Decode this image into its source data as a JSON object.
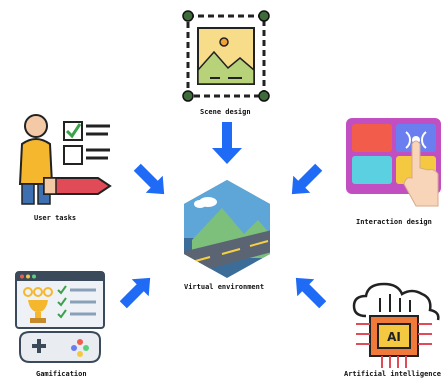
{
  "nodes": {
    "scene": {
      "label": "Scene design",
      "icon": "scene-design-icon"
    },
    "interaction": {
      "label": "Interaction design",
      "icon": "touch-panel-icon"
    },
    "user_tasks": {
      "label": "User tasks",
      "icon": "user-checklist-icon"
    },
    "center": {
      "label": "Virtual environment",
      "icon": "landscape-road-icon"
    },
    "gamification": {
      "label": "Gamification",
      "icon": "trophy-gamepad-icon"
    },
    "ai": {
      "label": "Artificial intelligence",
      "icon": "cloud-ai-chip-icon"
    }
  },
  "colors": {
    "arrow": "#1f6bf5",
    "hex_bg": "#3c6c98",
    "sky": "#5fa6d8",
    "grass": "#7cc07c",
    "road": "#5a6472"
  }
}
